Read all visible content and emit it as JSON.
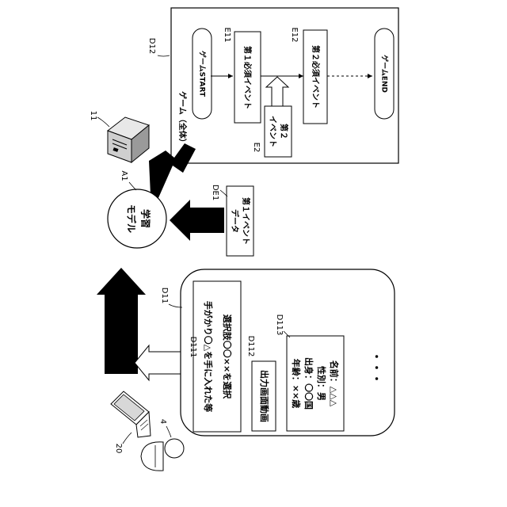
{
  "refs": {
    "d12": "D12",
    "e11": "E11",
    "e12": "E12",
    "e2": "E2",
    "server": "11",
    "a1": "A1",
    "de1": "DE1",
    "d11": "D11",
    "d111": "D111",
    "d112": "D112",
    "d113": "D113",
    "terminal": "20",
    "user": "4"
  },
  "game": {
    "start": "ゲームSTART",
    "end": "ゲームEND",
    "whole": "ゲーム（全体）",
    "event1": "第１必須イベント",
    "event2": "第２必須イベント",
    "second_line1": "第２",
    "second_line2": "イベント"
  },
  "model": {
    "line1": "学習",
    "line2": "モデル"
  },
  "event_data": {
    "line1": "第１イベント",
    "line2": "データ"
  },
  "choices": {
    "line1": "選択肢〇〇××を選択",
    "line2": "手がかり〇△を手に入れた等"
  },
  "video": "出力画面動画",
  "profile": [
    "名前：△△△",
    "性別：男",
    "出身：〇〇国",
    "年齢：××歳"
  ],
  "more": "・・・"
}
